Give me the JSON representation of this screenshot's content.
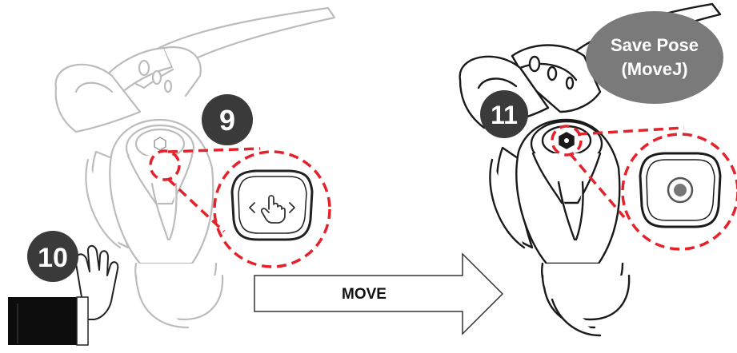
{
  "steps": [
    {
      "number": "9"
    },
    {
      "number": "10"
    },
    {
      "number": "11"
    }
  ],
  "arrow": {
    "label": "MOVE"
  },
  "save_callout": {
    "line1": "Save Pose",
    "line2": "(MoveJ)"
  },
  "icons": {
    "left_button": "hand-gesture-move-icon",
    "right_button": "record-circle-icon"
  },
  "colors": {
    "highlight": "#e4222b",
    "step_badge": "#3a3a3a",
    "callout": "#7a7a7a",
    "robot_left": "#bcbcbc",
    "robot_right": "#1a1a1a"
  }
}
